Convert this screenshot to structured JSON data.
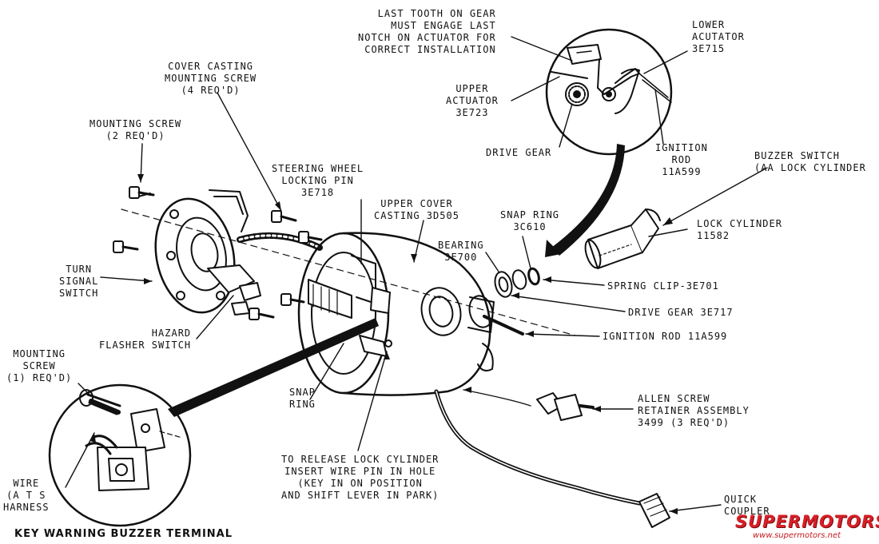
{
  "labels": {
    "gear_note": [
      "LAST TOOTH ON GEAR",
      "MUST ENGAGE LAST",
      "NOTCH ON ACTUATOR FOR",
      "CORRECT INSTALLATION"
    ],
    "lower_actuator": [
      "LOWER",
      "ACUTATOR",
      "3E715"
    ],
    "upper_actuator": [
      "UPPER",
      "ACTUATOR",
      "3E723"
    ],
    "drive_gear_inset": [
      "DRIVE GEAR"
    ],
    "ignition_rod_inset": [
      "IGNITION",
      "ROD",
      "11A599"
    ],
    "cover_casting_screw": [
      "COVER CASTING",
      "MOUNTING SCREW",
      "(4 REQ'D)"
    ],
    "mounting_screw_top": [
      "MOUNTING SCREW",
      "(2 REQ'D)"
    ],
    "buzzer_switch": [
      "BUZZER SWITCH",
      "(AA LOCK CYLINDER"
    ],
    "steering_wheel_pin": [
      "STEERING WHEEL",
      "LOCKING PIN",
      "3E718"
    ],
    "upper_cover_casting": [
      "UPPER COVER",
      "CASTING  3D505"
    ],
    "snap_ring_3c610": [
      "SNAP RING",
      "3C610"
    ],
    "lock_cylinder": [
      "LOCK CYLINDER",
      "11582"
    ],
    "bearing": [
      "BEARING",
      "3E700"
    ],
    "turn_signal_switch": [
      "TURN",
      "SIGNAL",
      "SWITCH"
    ],
    "spring_clip": [
      "SPRING CLIP-3E701"
    ],
    "drive_gear_main": [
      "DRIVE GEAR  3E717"
    ],
    "hazard_flasher": [
      "HAZARD",
      "FLASHER SWITCH"
    ],
    "ignition_rod_main": [
      "IGNITION ROD  11A599"
    ],
    "mounting_screw_bottom": [
      "MOUNTING",
      "SCREW",
      "(1) REQ'D)"
    ],
    "snap_ring_main": [
      "SNAP",
      "RING"
    ],
    "allen_screw": [
      "ALLEN SCREW",
      "RETAINER ASSEMBLY",
      "3499 (3 REQ'D)"
    ],
    "release_note": [
      "TO RELEASE LOCK CYLINDER",
      "INSERT WIRE PIN IN HOLE",
      "(KEY IN ON POSITION",
      "AND SHIFT LEVER IN PARK)"
    ],
    "wire_harness": [
      "WIRE",
      "(A T S",
      "HARNESS"
    ],
    "quick_coupler": [
      "QUICK",
      "COUPLER"
    ]
  },
  "caption": "KEY WARNING  BUZZER TERMINAL",
  "logo": {
    "brand": "SUPERMOTORS",
    "url": "www.supermotors.net",
    "color": "#d71f26"
  }
}
